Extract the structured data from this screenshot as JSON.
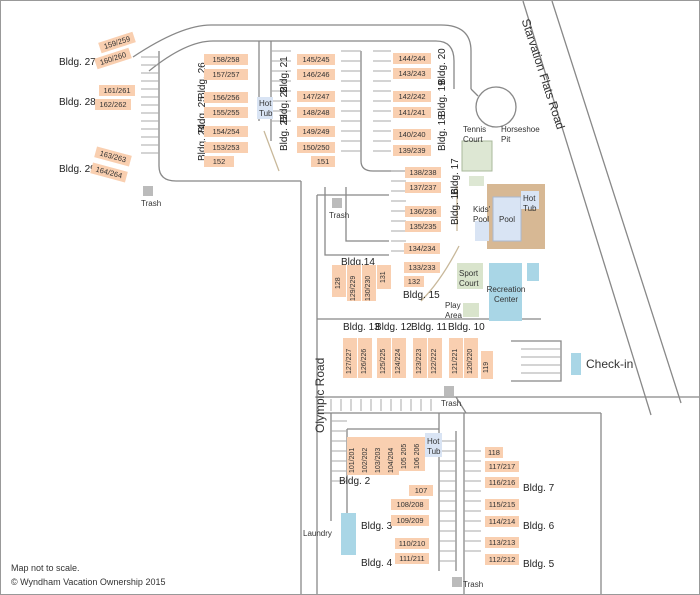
{
  "roads": {
    "starvation": "Starvation Flats Road",
    "olympic": "Olympic Road"
  },
  "buildings": {
    "b27": "Bldg. 27",
    "b28": "Bldg. 28",
    "b29": "Bldg. 29",
    "b26": "Bldg. 26",
    "b25": "Bldg. 25",
    "b24": "Bldg. 24",
    "b21": "Bldg. 21",
    "b22": "Bldg. 22",
    "b23": "Bldg. 23",
    "b20": "Bldg. 20",
    "b19": "Bldg. 19",
    "b18": "Bldg. 18",
    "b17": "Bldg. 17",
    "b16": "Bldg. 16",
    "b15": "Bldg. 15",
    "b14": "Bldg.14",
    "b13": "Bldg. 13",
    "b12": "Bldg. 12",
    "b11": "Bldg. 11",
    "b10": "Bldg. 10",
    "b2": "Bldg. 2",
    "b3": "Bldg. 3",
    "b4": "Bldg. 4",
    "b5": "Bldg. 5",
    "b6": "Bldg. 6",
    "b7": "Bldg. 7"
  },
  "units": {
    "u159": "159/259",
    "u160": "160/260",
    "u161": "161/261",
    "u162": "162/262",
    "u163": "163/263",
    "u164": "164/264",
    "u158": "158/258",
    "u157": "157/257",
    "u156": "156/256",
    "u155": "155/255",
    "u154": "154/254",
    "u153": "153/253",
    "u152": "152",
    "u145": "145/245",
    "u146": "146/246",
    "u147": "147/247",
    "u148": "148/248",
    "u149": "149/249",
    "u150": "150/250",
    "u151": "151",
    "u144": "144/244",
    "u143": "143/243",
    "u142": "142/242",
    "u141": "141/241",
    "u140": "140/240",
    "u139": "139/239",
    "u138": "138/238",
    "u137": "137/237",
    "u136": "136/236",
    "u135": "135/235",
    "u134": "134/234",
    "u133": "133/233",
    "u132": "132",
    "u128": "128",
    "u129": "129/229",
    "u130": "130/230",
    "u131": "131",
    "u127": "127/227",
    "u126": "126/226",
    "u125": "125/225",
    "u124": "124/224",
    "u123": "123/223",
    "u122": "122/222",
    "u121": "121/221",
    "u120": "120/220",
    "u119": "119",
    "u101": "101/201",
    "u102": "102/202",
    "u103": "103/203",
    "u104": "104/204",
    "u105": "105 205",
    "u106": "106 206",
    "u107": "107",
    "u108": "108/208",
    "u109": "109/209",
    "u110": "110/210",
    "u111": "111/211",
    "u118": "118",
    "u117": "117/217",
    "u116": "116/216",
    "u115": "115/215",
    "u114": "114/214",
    "u113": "113/213",
    "u112": "112/212"
  },
  "amenities": {
    "hot_tub": "Hot Tub",
    "tennis": "Tennis Court",
    "horseshoe": "Horseshoe Pit",
    "kids_pool": "Kids' Pool",
    "pool": "Pool",
    "sport_court": "Sport Court",
    "play_area": "Play Area",
    "recreation": "Recreation Center",
    "laundry": "Laundry",
    "checkin": "Check-in",
    "trash": "Trash"
  },
  "footer": {
    "note": "Map not to scale.",
    "copyright": "© Wyndham Vacation Ownership 2015"
  }
}
